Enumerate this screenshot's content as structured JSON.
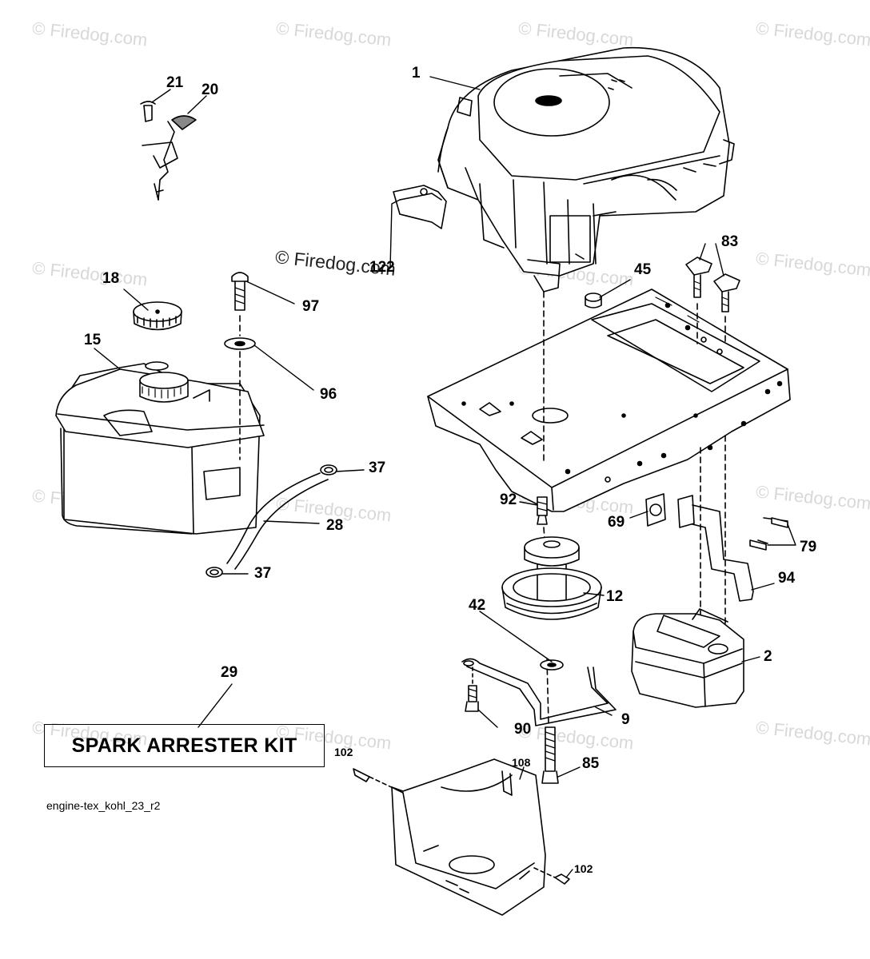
{
  "watermark_text": "© Firedog.com",
  "copyright_text": "© Firedog.com",
  "kit_label": "SPARK ARRESTER KIT",
  "drawing_ref": "engine-tex_kohl_23_r2",
  "callouts": {
    "c1": "1",
    "c2": "2",
    "c9": "9",
    "c12": "12",
    "c15": "15",
    "c18": "18",
    "c20": "20",
    "c21": "21",
    "c28": "28",
    "c29": "29",
    "c37a": "37",
    "c37b": "37",
    "c42": "42",
    "c45": "45",
    "c69": "69",
    "c79": "79",
    "c83": "83",
    "c85": "85",
    "c90": "90",
    "c92": "92",
    "c94": "94",
    "c96": "96",
    "c97": "97",
    "c102a": "102",
    "c102b": "102",
    "c108": "108",
    "c122": "122"
  },
  "parts": {
    "engine": "engine-icon",
    "fuel_tank": "fuel-tank-icon",
    "fuel_cap": "fuel-cap-icon",
    "frame": "frame-icon",
    "pulley": "pulley-icon",
    "muffler": "muffler-icon",
    "heat_shield": "heat-shield-icon",
    "throttle": "throttle-control-icon"
  }
}
